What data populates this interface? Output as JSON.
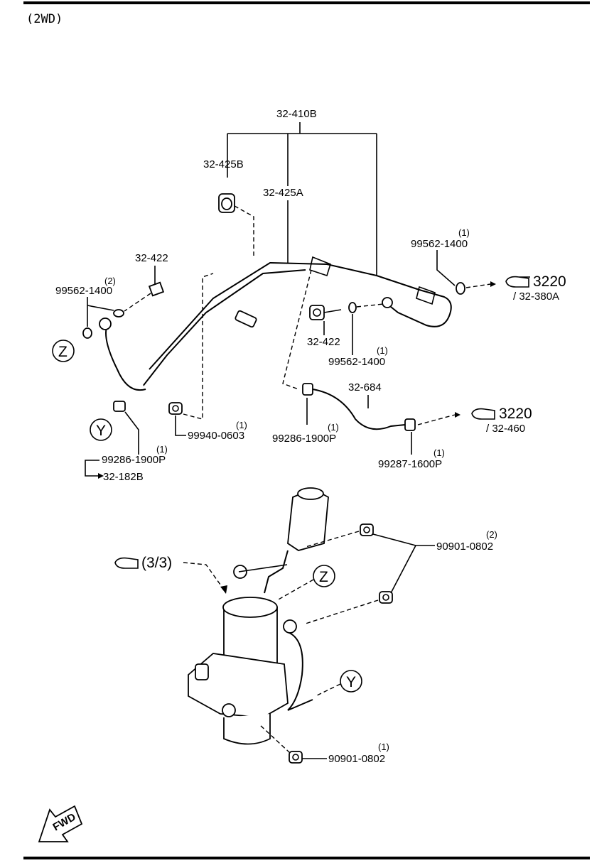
{
  "header": {
    "variant": "(2WD)"
  },
  "parts": {
    "pipe_assembly": "32-410B",
    "clamp_b": "32-425B",
    "clamp_a": "32-425A",
    "bolt_left": "32-422",
    "bolt_mid": "32-422",
    "washer_left": {
      "number": "99562-1400",
      "qty": "(2)"
    },
    "washer_mid": {
      "number": "99562-1400",
      "qty": "(1)"
    },
    "washer_right": {
      "number": "99562-1400",
      "qty": "(1)"
    },
    "ref_3220_a": {
      "page": "3220",
      "sub": "/ 32-380A"
    },
    "ref_3220_b": {
      "page": "3220",
      "sub": "/ 32-460"
    },
    "return_hose": "32-684",
    "clamp_left": {
      "number": "99286-1900P",
      "qty": "(1)",
      "ref": "32-182B"
    },
    "clamp_mid": {
      "number": "99286-1900P",
      "qty": "(1)"
    },
    "clamp_right": {
      "number": "99287-1600P",
      "qty": "(1)"
    },
    "nut_small": {
      "number": "99940-0603",
      "qty": "(1)"
    },
    "nut_pump_upper": {
      "number": "90901-0802",
      "qty": "(2)"
    },
    "nut_pump_lower": {
      "number": "90901-0802",
      "qty": "(1)"
    },
    "pump_ref": "(3/3)",
    "marker_z": "Z",
    "marker_y": "Y"
  },
  "footer": {
    "fwd": "FWD"
  },
  "icons": [
    "pointing-hand-icon",
    "fwd-arrow-icon"
  ]
}
